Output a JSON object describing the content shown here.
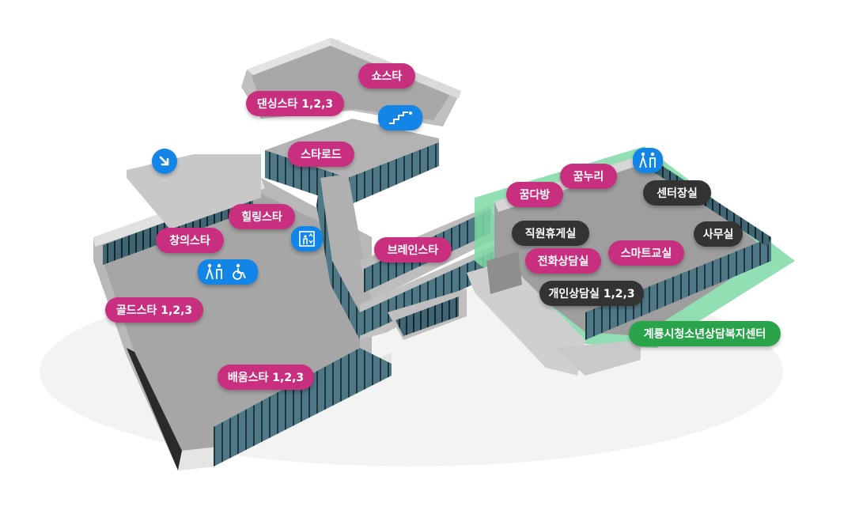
{
  "map": {
    "rooms": [
      {
        "id": "show-star",
        "label": "쇼스타",
        "style": "pink"
      },
      {
        "id": "dancing-star",
        "label": "댄싱스타 1,2,3",
        "style": "pink"
      },
      {
        "id": "star-road",
        "label": "스타로드",
        "style": "pink"
      },
      {
        "id": "healing-star",
        "label": "힐링스타",
        "style": "pink"
      },
      {
        "id": "creative-star",
        "label": "창의스타",
        "style": "pink"
      },
      {
        "id": "brain-star",
        "label": "브레인스타",
        "style": "pink"
      },
      {
        "id": "gold-star",
        "label": "골드스타 1,2,3",
        "style": "pink"
      },
      {
        "id": "learning-star",
        "label": "배움스타 1,2,3",
        "style": "pink"
      },
      {
        "id": "dream-room",
        "label": "꿈다방",
        "style": "pink"
      },
      {
        "id": "dream-world",
        "label": "꿈누리",
        "style": "pink"
      },
      {
        "id": "director-office",
        "label": "센터장실",
        "style": "dark"
      },
      {
        "id": "staff-lounge",
        "label": "직원휴게실",
        "style": "dark"
      },
      {
        "id": "office",
        "label": "사무실",
        "style": "dark"
      },
      {
        "id": "phone-counseling",
        "label": "전화상담실",
        "style": "pink"
      },
      {
        "id": "smart-classroom",
        "label": "스마트교실",
        "style": "pink"
      },
      {
        "id": "personal-counseling",
        "label": "개인상담실 1,2,3",
        "style": "dark"
      },
      {
        "id": "center-name",
        "label": "계룡시청소년상담복지센터",
        "style": "green"
      }
    ],
    "pins": [
      {
        "id": "entrance",
        "icon": "entrance-arrow-icon"
      },
      {
        "id": "stairs",
        "icon": "stairs-icon"
      },
      {
        "id": "elevator",
        "icon": "elevator-icon"
      },
      {
        "id": "restroom-accessible",
        "icon": "restroom-accessible-icon"
      },
      {
        "id": "restroom-center",
        "icon": "restroom-icon"
      }
    ],
    "colors": {
      "pink": "#c8307f",
      "dark": "#333333",
      "green": "#2aa44a",
      "pin": "#1385e6",
      "highlight": "#7fd9a6"
    }
  }
}
